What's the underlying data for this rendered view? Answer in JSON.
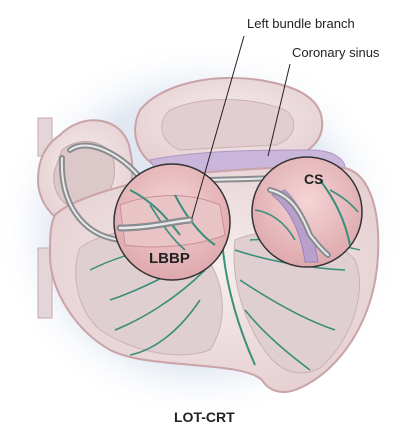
{
  "labels": {
    "left_bundle_branch": "Left bundle branch",
    "coronary_sinus": "Coronary sinus",
    "cs": "CS",
    "lbbp": "LBBP",
    "title": "LOT-CRT"
  },
  "colors": {
    "myocardium": "#f0dede",
    "myocardium_edge": "#cfa8ab",
    "inner_shadow": "#d9c8ca",
    "conduction": "#3a8f7a",
    "lead": "#8a8d90",
    "lead_highlight": "#e8e9ea",
    "sinus": "#c9b6da",
    "vessel": "#b89fcc",
    "aura": "#c7d6ea"
  }
}
